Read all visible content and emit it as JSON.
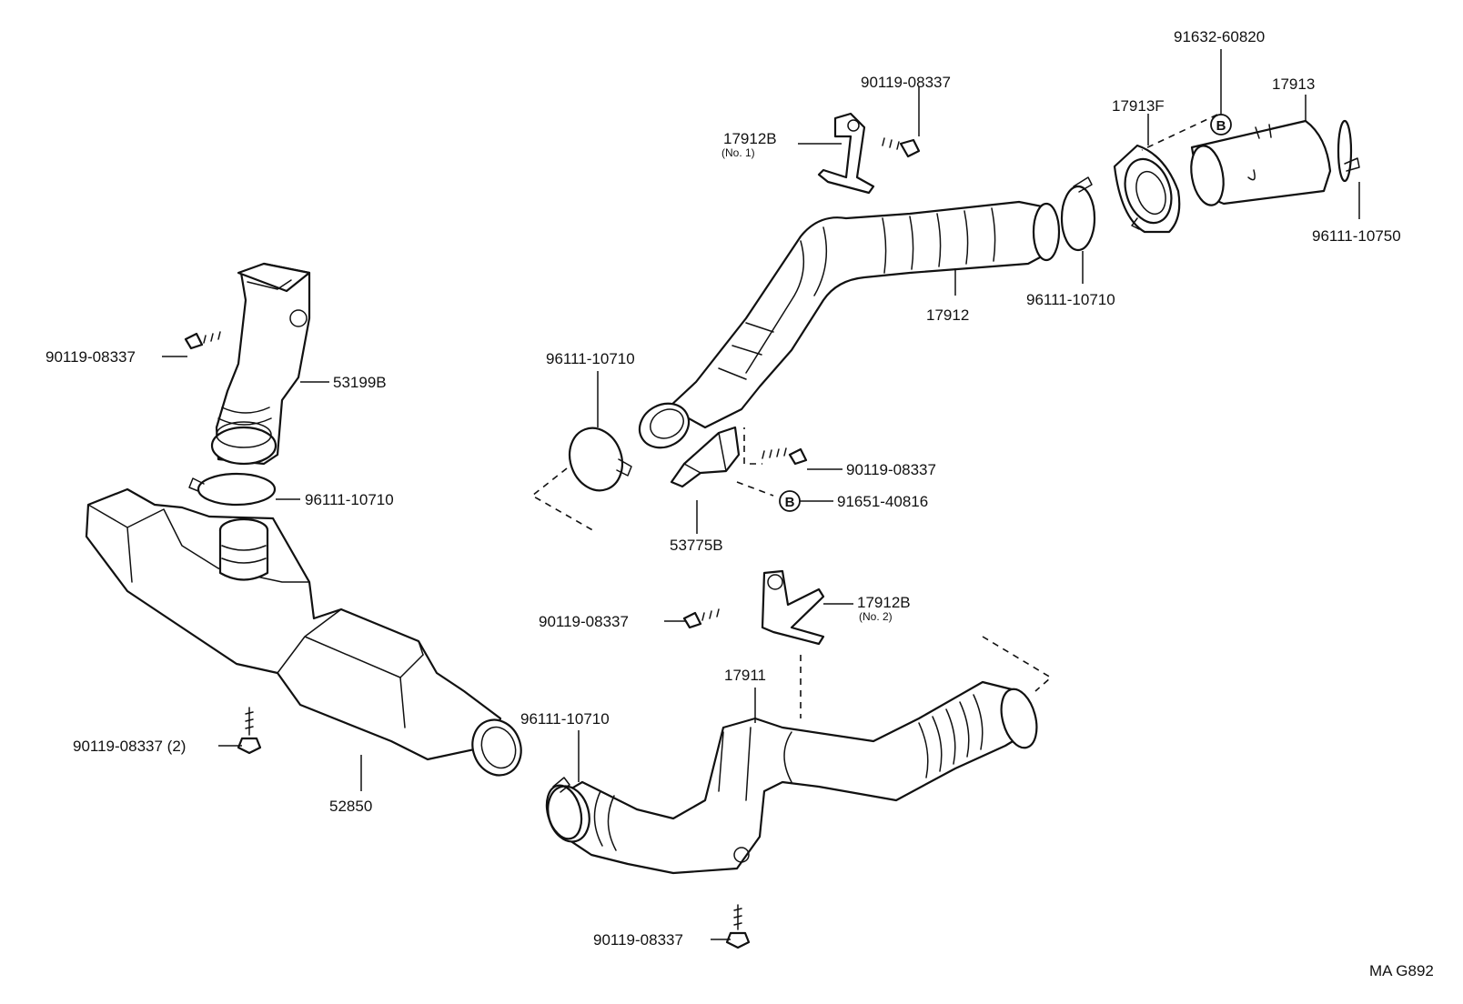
{
  "diagram": {
    "code": "MA G892",
    "marker_letter": "B",
    "labels": {
      "p91632": "91632-60820",
      "p90119_top": "90119-08337",
      "p17912b_1": "17912B",
      "p17912b_1_sub": "(No. 1)",
      "p17913f": "17913F",
      "p17913": "17913",
      "p96111_10750": "96111-10750",
      "p96111_upper_right": "96111-10710",
      "p17912": "17912",
      "p90119_left": "90119-08337",
      "p53199b": "53199B",
      "p96111_mid": "96111-10710",
      "p90119_mid": "90119-08337",
      "p91651": "91651-40816",
      "p96111_left": "96111-10710",
      "p53775b": "53775B",
      "p90119_center": "90119-08337",
      "p17912b_2": "17912B",
      "p17912b_2_sub": "(No. 2)",
      "p17911": "17911",
      "p96111_lower": "96111-10710",
      "p90119_lower_left": "90119-08337 (2)",
      "p52850": "52850",
      "p90119_bottom": "90119-08337"
    }
  }
}
